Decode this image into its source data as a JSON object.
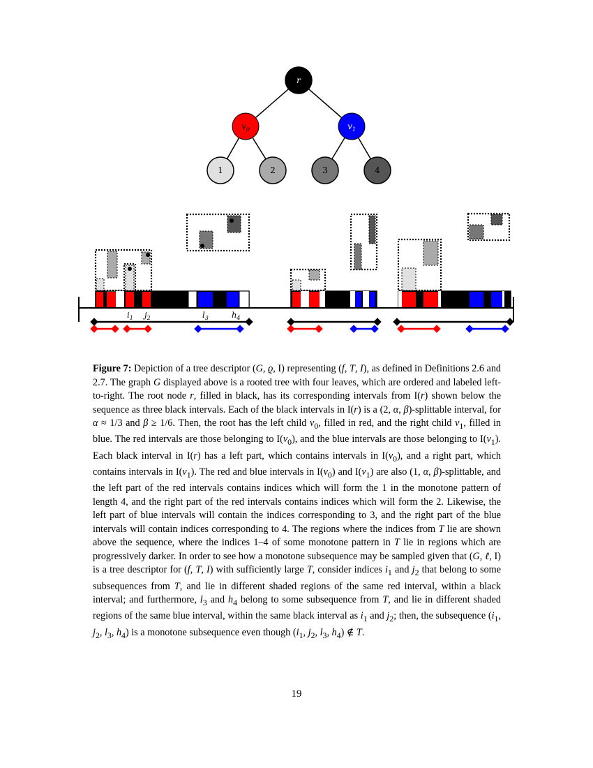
{
  "tree": {
    "root": {
      "label": "r",
      "color": "#000000",
      "text_color": "#ffffff"
    },
    "left_child": {
      "label": "v0",
      "label_main": "v",
      "label_sub": "0",
      "color": "#ff0000",
      "text_color": "#000000"
    },
    "right_child": {
      "label": "v1",
      "label_main": "v",
      "label_sub": "1",
      "color": "#0000ff",
      "text_color": "#ffffff"
    },
    "leaves": [
      {
        "label": "1",
        "color": "#e0e0e0"
      },
      {
        "label": "2",
        "color": "#aaaaaa"
      },
      {
        "label": "3",
        "color": "#777777"
      },
      {
        "label": "4",
        "color": "#555555"
      }
    ]
  },
  "index_labels": {
    "i1": {
      "main": "i",
      "sub": "1"
    },
    "j2": {
      "main": "j",
      "sub": "2"
    },
    "l3": {
      "main": "l",
      "sub": "3"
    },
    "h4": {
      "main": "h",
      "sub": "4"
    }
  },
  "colors": {
    "black_interval": "#000000",
    "red_interval": "#ff0000",
    "blue_interval": "#0000ff"
  },
  "caption": {
    "label": "Figure 7:",
    "text_html": "Depiction of a tree descriptor (<i>G</i>, <i>ϱ</i>, I) representing (<i>f</i>, <i>T</i>, <i>I</i>), as defined in Definitions 2.6 and 2.7. The graph <i>G</i> displayed above is a rooted tree with four leaves, which are ordered and labeled left-to-right. The root node <i>r</i>, filled in black, has its corresponding intervals from I(<i>r</i>) shown below the sequence as three black intervals. Each of the black intervals in I(<i>r</i>) is a (2, <i>α</i>, <i>β</i>)-splittable interval, for <i>α</i> ≈ 1/3 and <i>β</i> ≥ 1/6. Then, the root has the left child <i>v</i><sub>0</sub>, filled in red, and the right child <i>v</i><sub>1</sub>, filled in blue. The red intervals are those belonging to I(<i>v</i><sub>0</sub>), and the blue intervals are those belonging to I(<i>v</i><sub>1</sub>). Each black interval in I(<i>r</i>) has a left part, which contains intervals in I(<i>v</i><sub>0</sub>), and a right part, which contains intervals in I(<i>v</i><sub>1</sub>). The red and blue intervals in I(<i>v</i><sub>0</sub>) and I(<i>v</i><sub>1</sub>) are also (1, <i>α</i>, <i>β</i>)-splittable, and the left part of the red intervals contains indices which will form the 1 in the monotone pattern of length 4, and the right part of the red intervals contains indices which will form the 2. Likewise, the left part of blue intervals will contain the indices corresponding to 3, and the right part of the blue intervals will contain indices corresponding to 4. The regions where the indices from <i>T</i> lie are shown above the sequence, where the indices 1–4 of some monotone pattern in <i>T</i> lie in regions which are progressively darker. In order to see how a monotone subsequence may be sampled given that (<i>G</i>, <i>ℓ</i>, I) is a tree descriptor for (<i>f</i>, <i>T</i>, <i>I</i>) with sufficiently large <i>T</i>, consider indices <i>i</i><sub>1</sub> and <i>j</i><sub>2</sub> that belong to some subsequences from <i>T</i>, and lie in different shaded regions of the same red interval, within a black interval; and furthermore, <i>l</i><sub>3</sub> and <i>h</i><sub>4</sub> belong to some subsequence from <i>T</i>, and lie in different shaded regions of the same blue interval, within the same black interval as <i>i</i><sub>1</sub> and <i>j</i><sub>2</sub>; then, the subsequence (<i>i</i><sub>1</sub>, <i>j</i><sub>2</sub>, <i>l</i><sub>3</sub>, <i>h</i><sub>4</sub>) is a monotone subsequence even though (<i>i</i><sub>1</sub>, <i>j</i><sub>2</sub>, <i>l</i><sub>3</sub>, <i>h</i><sub>4</sub>) ∉ <i>T</i>."
  },
  "page_number": "19"
}
